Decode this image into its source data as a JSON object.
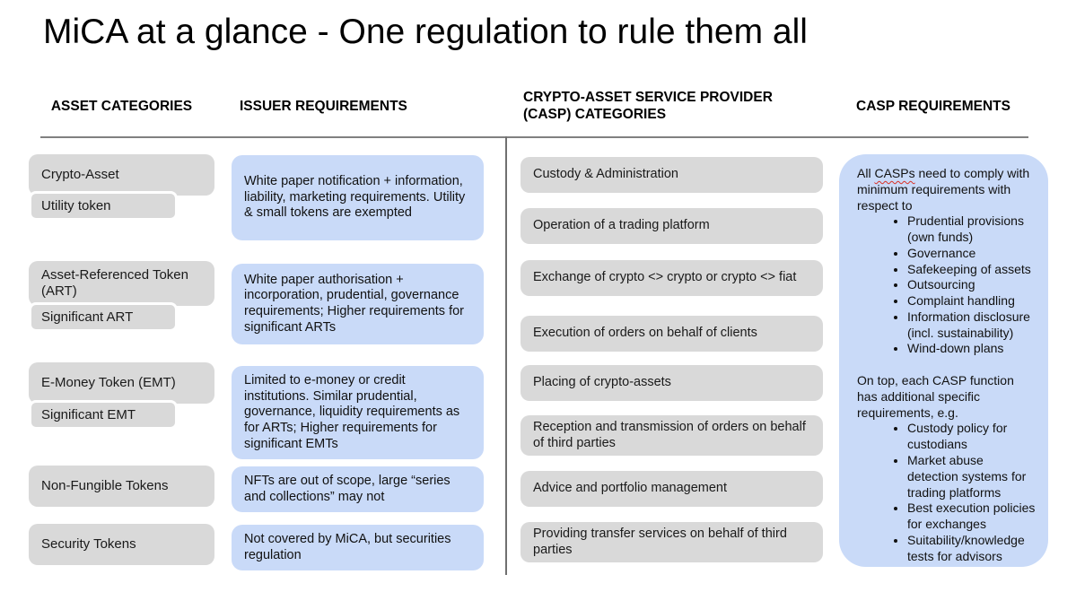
{
  "title": "MiCA at a glance - One regulation to rule them all",
  "headers": {
    "asset": "ASSET CATEGORIES",
    "issuer": "ISSUER REQUIREMENTS",
    "casp_cat": "CRYPTO-ASSET SERVICE PROVIDER (CASP) CATEGORIES",
    "casp_req": "CASP REQUIREMENTS"
  },
  "asset_categories": [
    {
      "main": "Crypto-Asset",
      "sub": "Utility token"
    },
    {
      "main": "Asset-Referenced Token (ART)",
      "sub": "Significant ART"
    },
    {
      "main": "E-Money Token (EMT)",
      "sub": "Significant EMT"
    },
    {
      "main": "Non-Fungible Tokens"
    },
    {
      "main": "Security Tokens"
    }
  ],
  "issuer_requirements": [
    "White paper notification + information, liability, marketing requirements. Utility & small tokens are exempted",
    "White paper authorisation + incorporation, prudential, governance requirements; Higher requirements for significant ARTs",
    "Limited to e-money or credit institutions. Similar prudential, governance, liquidity requirements as for ARTs; Higher requirements for significant EMTs",
    "NFTs are out of scope, large “series and collections” may not",
    "Not covered by MiCA, but securities regulation"
  ],
  "casp_categories": [
    "Custody & Administration",
    "Operation of a trading platform",
    "Exchange of crypto <> crypto or crypto <> fiat",
    "Execution of orders on behalf of clients",
    "Placing of crypto-assets",
    "Reception and transmission of orders on behalf of third parties",
    "Advice and portfolio management",
    "Providing transfer services on behalf of third parties"
  ],
  "casp_requirements": {
    "intro_pre": "All",
    "intro_word": "CASPs",
    "intro_post": "need to comply with minimum requirements with respect to",
    "min_bullets": [
      "Prudential provisions (own funds)",
      "Governance",
      "Safekeeping of assets",
      "Outsourcing",
      "Complaint handling",
      "Information disclosure (incl. sustainability)",
      "Wind-down plans"
    ],
    "second_intro": "On top, each CASP function has additional specific requirements, e.g.",
    "specific_bullets": [
      "Custody policy for custodians",
      "Market abuse detection systems for trading platforms",
      "Best execution policies for exchanges",
      "Suitability/knowledge tests for advisors"
    ]
  },
  "colors": {
    "gray_box": "#d9d9d9",
    "blue_box": "#c9daf8",
    "divider": "#808080",
    "spellcheck_squiggle": "#d93025",
    "text": "#1a1a1a"
  }
}
